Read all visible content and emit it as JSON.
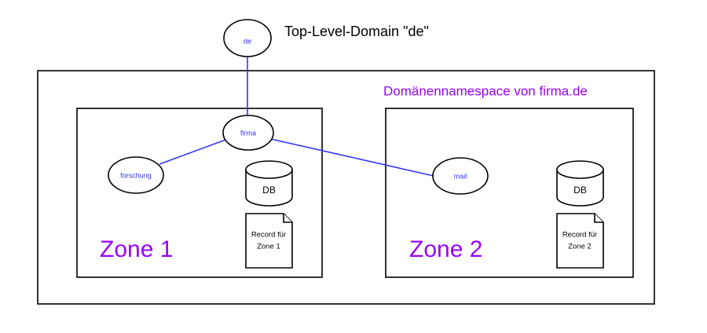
{
  "diagram": {
    "title_text": "Top-Level-Domain \"de\"",
    "namespace_text": "Domänennamespace von firma.de",
    "colors": {
      "node_text": "#3333ff",
      "edge": "#3333ff",
      "accent_purple": "#9900ff",
      "outline": "#000000",
      "background": "#ffffff"
    },
    "nodes": {
      "de": "de",
      "firma": "firma",
      "forschung": "forschung",
      "mail": "mail"
    },
    "zones": [
      {
        "label": "Zone 1",
        "db_label": "DB",
        "record_line1": "Record für",
        "record_line2": "Zone 1"
      },
      {
        "label": "Zone 2",
        "db_label": "DB",
        "record_line1": "Record für",
        "record_line2": "Zone 2"
      }
    ],
    "edges": [
      {
        "from": "de",
        "to": "firma"
      },
      {
        "from": "firma",
        "to": "forschung"
      },
      {
        "from": "firma",
        "to": "mail"
      }
    ]
  }
}
